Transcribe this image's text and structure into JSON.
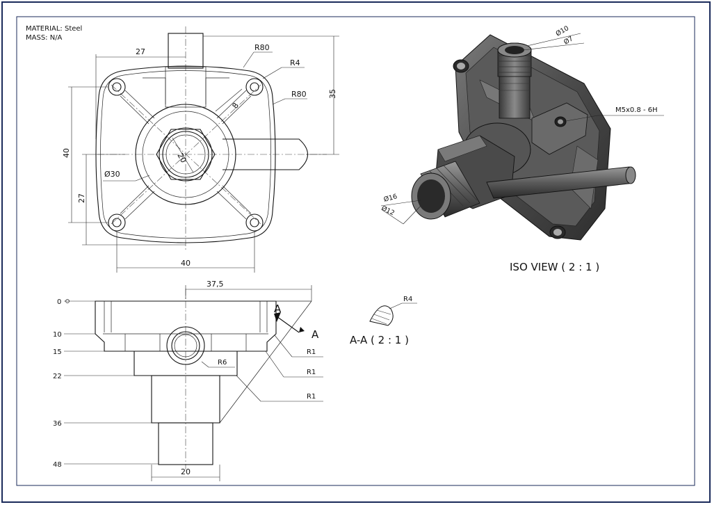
{
  "title_block": {
    "material": "MATERIAL: Steel",
    "mass": "MASS: N/A"
  },
  "top_view": {
    "dims": [
      "27",
      "R80",
      "R4",
      "R80",
      "8",
      "35",
      "40",
      "20",
      "Ø30",
      "27",
      "40"
    ]
  },
  "front_view": {
    "dims": [
      "37,5",
      "R6",
      "R1",
      "R1",
      "R1",
      "20"
    ],
    "levels": [
      "0",
      "10",
      "15",
      "22",
      "36",
      "48"
    ],
    "section_marker": "A"
  },
  "iso_view": {
    "label": "ISO VIEW ( 2 : 1 )",
    "callouts": [
      "Ø10",
      "Ø7",
      "M5x0.8 - 6H",
      "Ø16",
      "Ø12"
    ]
  },
  "section_view": {
    "label": "A-A ( 2 : 1 )",
    "radius": "R4"
  },
  "colors": {
    "border": "#1a2a5a",
    "line": "#111111",
    "shade_dark": "#3c3c3c",
    "shade_mid": "#6a6a6a",
    "shade_light": "#9a9a9a"
  }
}
